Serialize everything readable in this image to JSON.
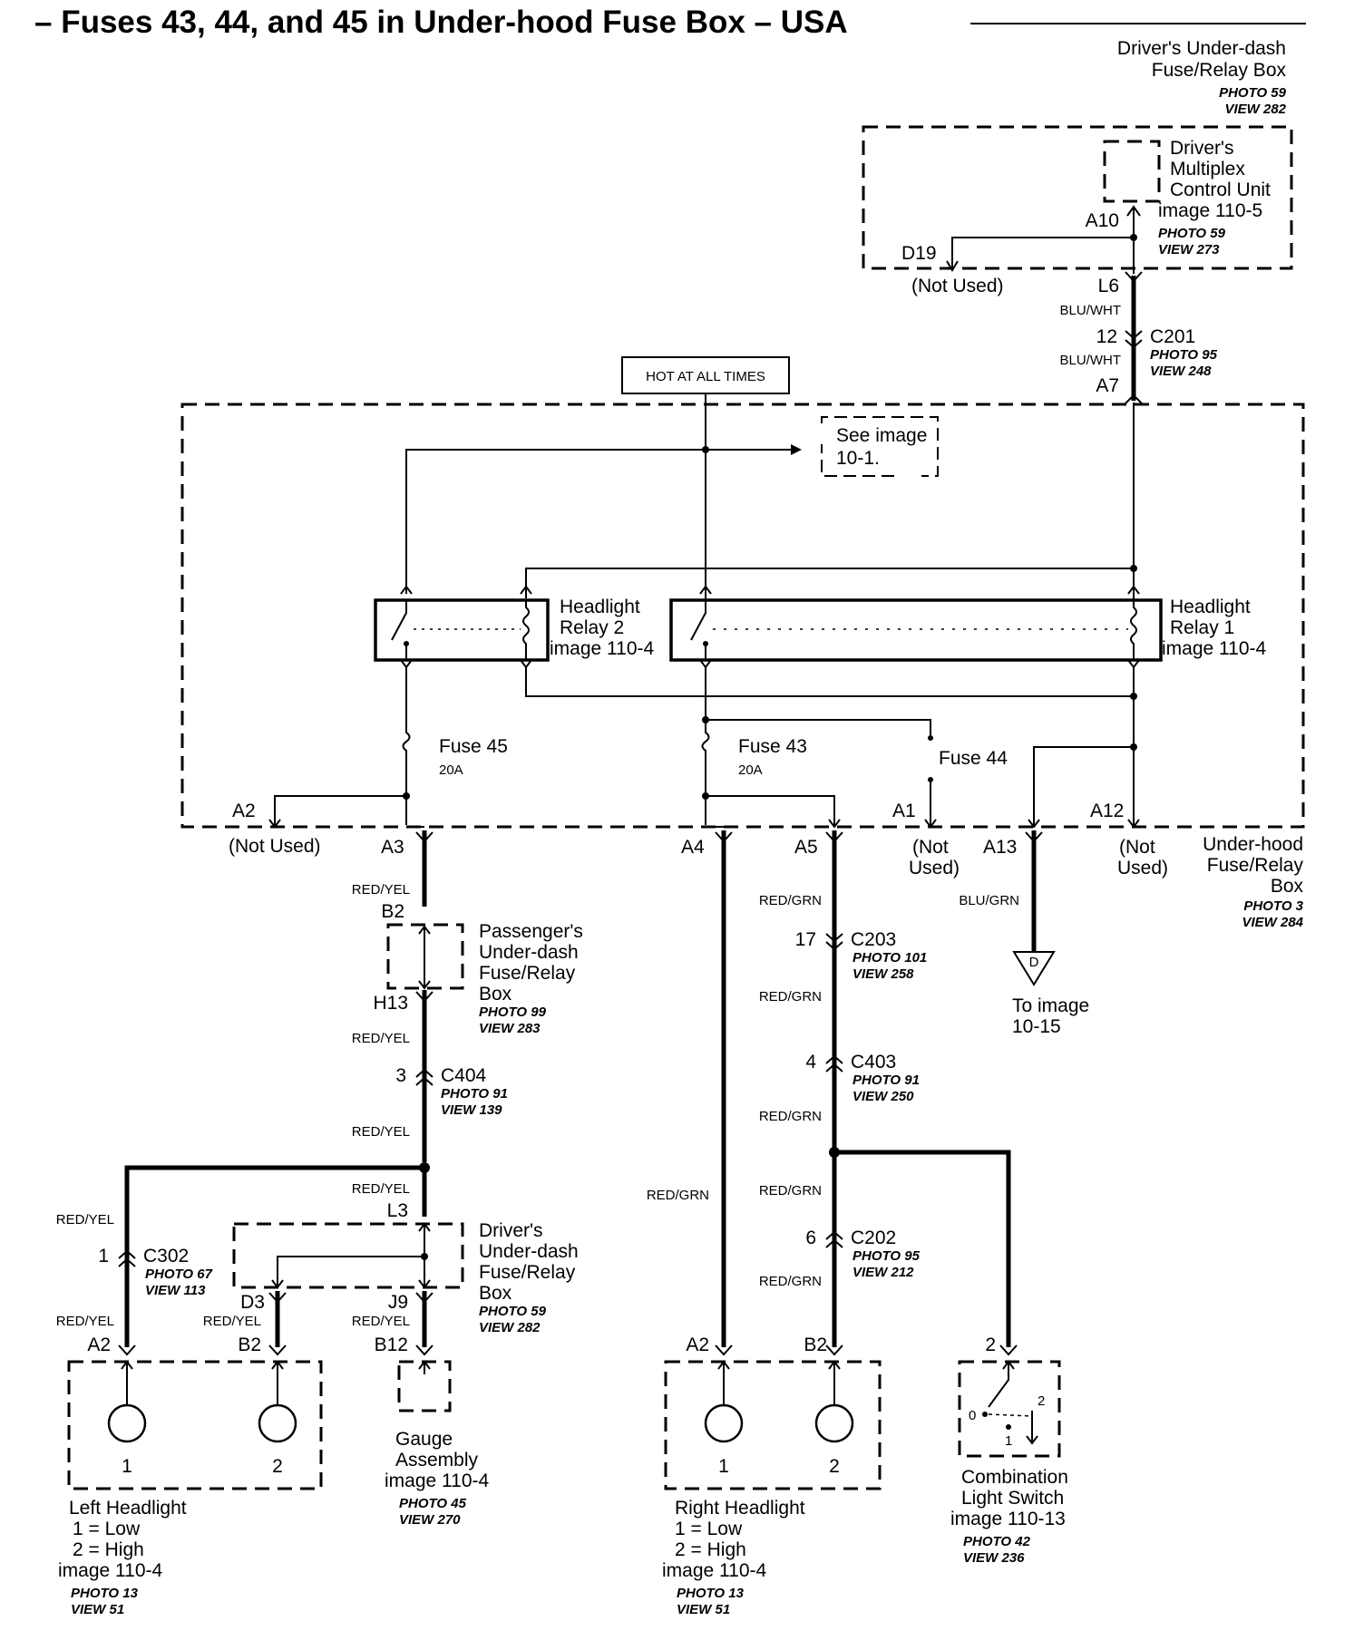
{
  "title": "– Fuses 43, 44, and 45 in Under-hood Fuse Box – USA",
  "hot_label": "HOT AT ALL TIMES",
  "see_image": [
    "See image",
    "10-1."
  ],
  "drivers_underdash_top": {
    "name": [
      "Driver's Under-dash",
      "Fuse/Relay Box"
    ],
    "photo": "PHOTO 59",
    "view": "VIEW 282"
  },
  "multiplex": {
    "name": [
      "Driver's",
      "Multiplex",
      "Control Unit",
      "image 110-5"
    ],
    "photo": "PHOTO 59",
    "view": "VIEW 273"
  },
  "pins": {
    "A10": "A10",
    "D19": "D19",
    "not_used_d19": "(Not Used)",
    "L6": "L6",
    "c201_pin": "12",
    "A7": "A7",
    "A2": "A2",
    "not_used_a2": "(Not Used)",
    "A3": "A3",
    "A4": "A4",
    "A5": "A5",
    "A1": "A1",
    "not_used_a1": [
      "(Not",
      "Used)"
    ],
    "A13": "A13",
    "A12": "A12",
    "not_used_a12": [
      "(Not",
      "Used)"
    ],
    "B2_pass": "B2",
    "H13": "H13",
    "c404_pin": "3",
    "L3": "L3",
    "c302_pin": "1",
    "D3": "D3",
    "J9": "J9",
    "lh_A2": "A2",
    "lh_B2": "B2",
    "gauge_B12": "B12",
    "c203_pin": "17",
    "c403_pin": "4",
    "c202_pin": "6",
    "rh_A2": "A2",
    "rh_B2": "B2",
    "sw_pin": "2"
  },
  "wires": {
    "blu_wht": "BLU/WHT",
    "red_yel": "RED/YEL",
    "red_grn": "RED/GRN",
    "blu_grn": "BLU/GRN"
  },
  "connectors": {
    "c201": {
      "name": "C201",
      "photo": "PHOTO 95",
      "view": "VIEW 248"
    },
    "c404": {
      "name": "C404",
      "photo": "PHOTO 91",
      "view": "VIEW 139"
    },
    "c302": {
      "name": "C302",
      "photo": "PHOTO 67",
      "view": "VIEW 113"
    },
    "c203": {
      "name": "C203",
      "photo": "PHOTO 101",
      "view": "VIEW 258"
    },
    "c403": {
      "name": "C403",
      "photo": "PHOTO 91",
      "view": "VIEW 250"
    },
    "c202": {
      "name": "C202",
      "photo": "PHOTO 95",
      "view": "VIEW 212"
    }
  },
  "relay2": [
    "Headlight",
    "Relay 2",
    "image 110-4"
  ],
  "relay1": [
    "Headlight",
    "Relay 1",
    "image 110-4"
  ],
  "fuse45": {
    "name": "Fuse  45",
    "rating": "20A"
  },
  "fuse43": {
    "name": "Fuse  43",
    "rating": "20A"
  },
  "fuse44": {
    "name": "Fuse  44"
  },
  "underhood": {
    "name": [
      "Under-hood",
      "Fuse/Relay",
      "Box"
    ],
    "photo": "PHOTO 3",
    "view": "VIEW 284"
  },
  "passenger_box": {
    "name": [
      "Passenger's",
      "Under-dash",
      "Fuse/Relay",
      "Box"
    ],
    "photo": "PHOTO 99",
    "view": "VIEW 283"
  },
  "drivers_box_low": {
    "name": [
      "Driver's",
      "Under-dash",
      "Fuse/Relay",
      "Box"
    ],
    "photo": "PHOTO 59",
    "view": "VIEW 282"
  },
  "to_image": {
    "symbol": "D",
    "lines": [
      "To image",
      "10-15"
    ]
  },
  "left_headlight": {
    "name": [
      "Left Headlight",
      "1 = Low",
      "2 = High",
      "image 110-4"
    ],
    "photo": "PHOTO 13",
    "view": "VIEW 51",
    "lamp1": "1",
    "lamp2": "2"
  },
  "gauge": {
    "name": [
      "Gauge",
      "Assembly",
      "image 110-4"
    ],
    "photo": "PHOTO 45",
    "view": "VIEW 270"
  },
  "right_headlight": {
    "name": [
      "Right Headlight",
      "1 = Low",
      "2 = High",
      "image 110-4"
    ],
    "photo": "PHOTO 13",
    "view": "VIEW 51",
    "lamp1": "1",
    "lamp2": "2"
  },
  "switch": {
    "name": [
      "Combination",
      "Light Switch",
      "image 110-13"
    ],
    "photo": "PHOTO 42",
    "view": "VIEW 236",
    "pos0": "0",
    "pos1": "1",
    "pos2": "2"
  }
}
